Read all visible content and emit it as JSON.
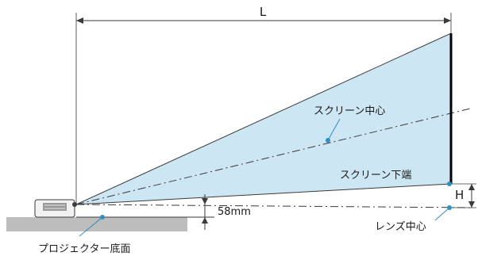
{
  "labels": {
    "length": "L",
    "height": "H",
    "offset": "58mm",
    "screen_center": "スクリーン中心",
    "screen_bottom": "スクリーン下端",
    "lens_center": "レンズ中心",
    "projector_bottom": "プロジェクター底面"
  },
  "colors": {
    "beam_fill": "#cde6f3",
    "line": "#3a3a3a",
    "guide": "#2f8fc0",
    "floor": "#bdbdbd",
    "screen": "#000000"
  }
}
